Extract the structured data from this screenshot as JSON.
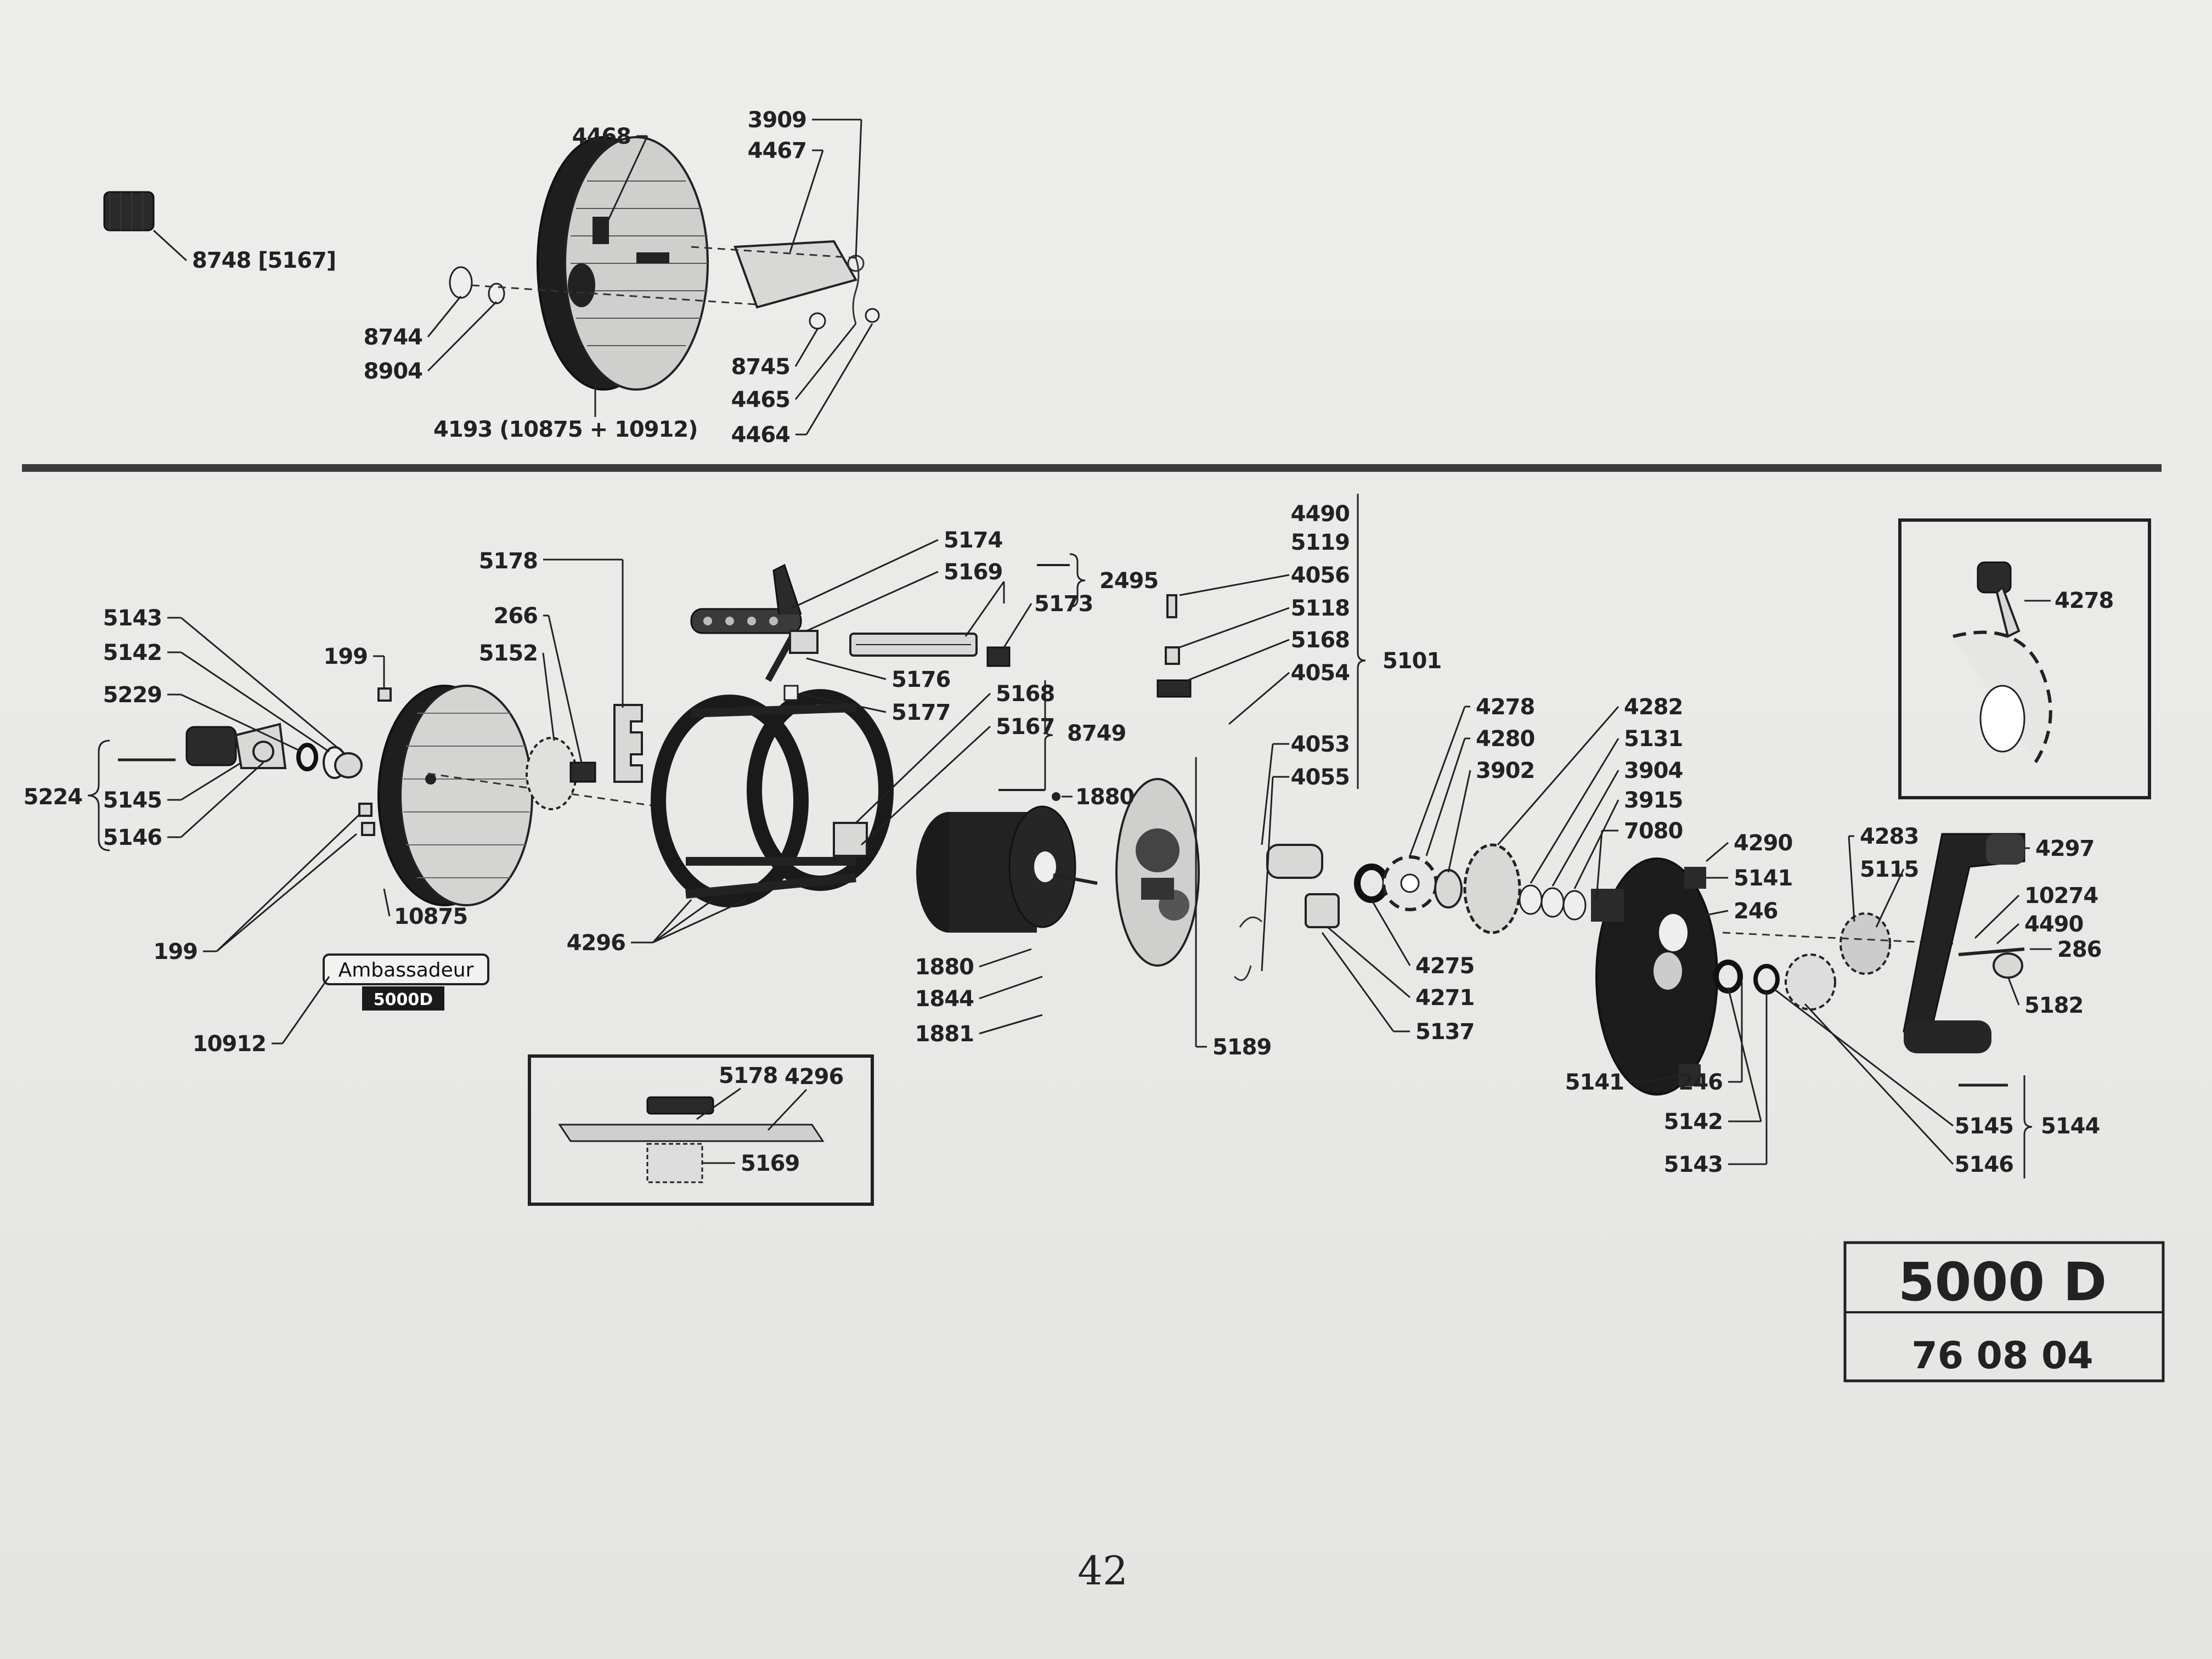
{
  "top_section": {
    "labels": [
      "8748 [5167]",
      "4468",
      "3909",
      "4467",
      "8744",
      "8904",
      "8745",
      "4465",
      "4464",
      "4193 (10875 + 10912)"
    ]
  },
  "main_section": {
    "labels": [
      "5178",
      "266",
      "5152",
      "199",
      "5143",
      "5142",
      "5229",
      "5224",
      "5145",
      "5146",
      "199",
      "10875",
      "10912",
      "5174",
      "5169",
      "2495",
      "5173",
      "5176",
      "5177",
      "5168",
      "5167",
      "8749",
      "1880",
      "4296",
      "1880",
      "1844",
      "1881",
      "4490",
      "5119",
      "4056",
      "5118",
      "5168",
      "4054",
      "5101",
      "4053",
      "4055",
      "5189",
      "4278",
      "4280",
      "3902",
      "4282",
      "5131",
      "3904",
      "3915",
      "7080",
      "4275",
      "4271",
      "5137",
      "4290",
      "5141",
      "246",
      "5141",
      "246",
      "5142",
      "5143",
      "4283",
      "5115",
      "4297",
      "10274",
      "4490",
      "286",
      "5182",
      "5145",
      "5144",
      "5146"
    ]
  },
  "badge": {
    "brand": "Ambassadeur",
    "model": "5000D"
  },
  "inset_detail": {
    "labels": [
      "5178",
      "4296",
      "5169"
    ]
  },
  "inset_handle": {
    "label": "4278"
  },
  "model_box": {
    "code": "5000 D",
    "date": "76  08  04"
  },
  "page_number": "42"
}
